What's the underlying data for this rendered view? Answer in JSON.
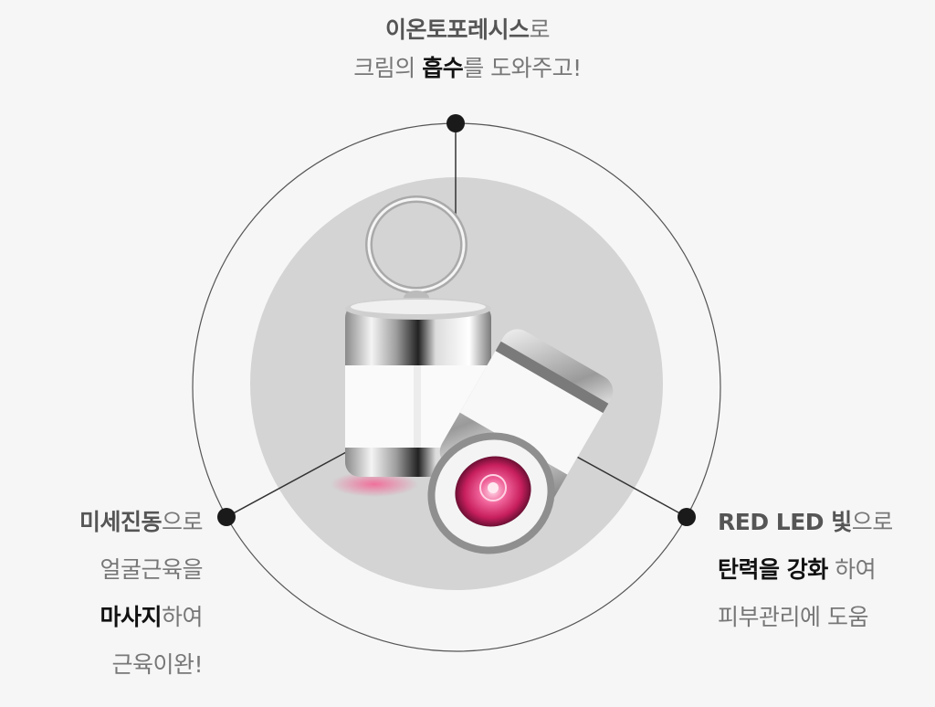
{
  "feature_top": {
    "line1_bold": "이온토포레시스",
    "line1_rest": "로",
    "line2_pre": "크림의 ",
    "line2_bold": "흡수",
    "line2_rest": "를 도와주고!"
  },
  "feature_left": {
    "line1_bold": "미세진동",
    "line1_rest": "으로",
    "line2": "얼굴근육을",
    "line3_bold": "마사지",
    "line3_rest": "하여",
    "line4": "근육이완!"
  },
  "feature_right": {
    "line1_bold": "RED LED 빛",
    "line1_rest": "으로",
    "line2_bold": "탄력을 강화",
    "line2_rest": " 하여",
    "line3": "피부관리에 도움"
  },
  "colors": {
    "background": "#f6f6f6",
    "inner_disc": "#d4d4d4",
    "led_pink": "#e0407a",
    "line": "#222222"
  },
  "icons": [
    "device-ring-icon",
    "red-led-icon"
  ]
}
